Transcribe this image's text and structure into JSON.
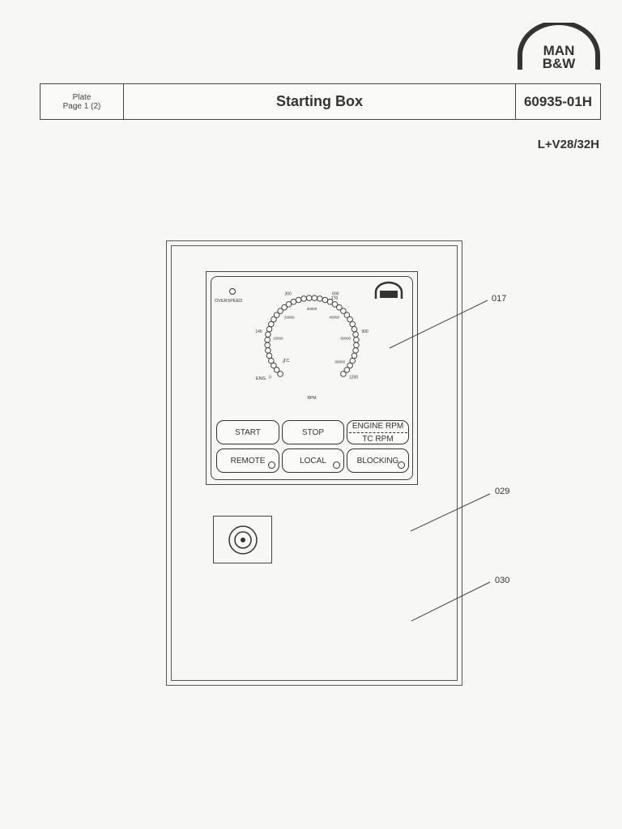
{
  "logo": {
    "top": "MAN",
    "bottom": "B&W"
  },
  "header": {
    "plate_label": "Plate",
    "page_label": "Page 1 (2)",
    "title": "Starting Box",
    "doc_number": "60935-01H"
  },
  "engine_type": "L+V28/32H",
  "panel": {
    "overspeed_label": "OVERSPEED",
    "engine_scale": [
      "0",
      "140",
      "300",
      "600",
      "900",
      "1200"
    ],
    "engine_scale_extra": "270",
    "tc_scale": [
      "0",
      "10000",
      "20000",
      "30000",
      "40000",
      "50000",
      "60000"
    ],
    "eng_label": "ENG.",
    "tc_label": "TC",
    "rpm_label": "RPM",
    "buttons": {
      "start": "START",
      "stop": "STOP",
      "engine_rpm": "ENGINE RPM",
      "tc_rpm": "TC RPM",
      "remote": "REMOTE",
      "local": "LOCAL",
      "blocking": "BLOCKING"
    }
  },
  "callouts": {
    "panel": "017",
    "cabinet": "029",
    "door": "030"
  }
}
